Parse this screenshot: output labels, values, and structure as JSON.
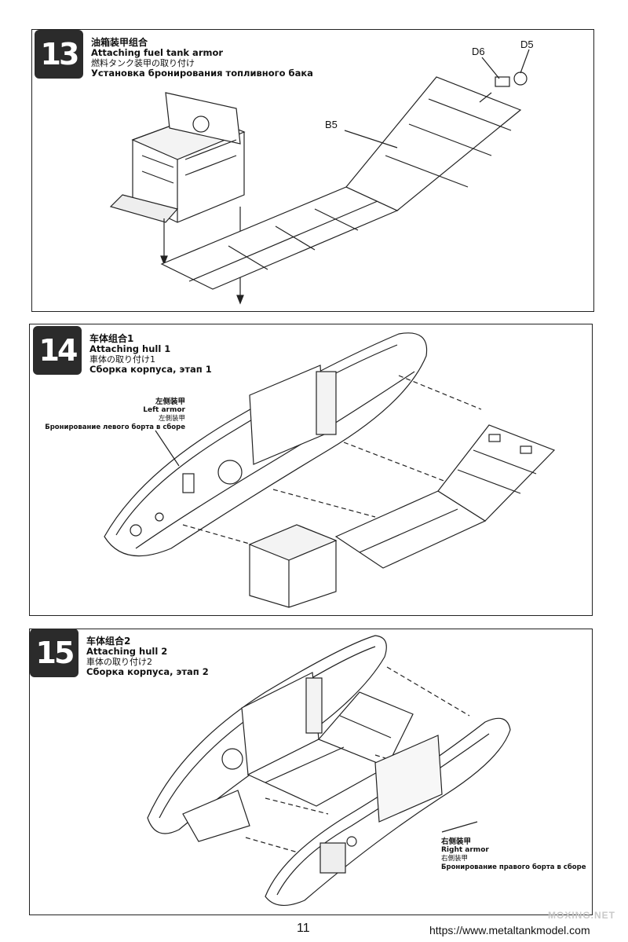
{
  "steps": [
    {
      "number": "13",
      "title_zh": "油箱装甲组合",
      "title_en": "Attaching fuel tank armor",
      "title_ja": "燃料タンク装甲の取り付け",
      "title_ru": "Установка бронирования топливного бака",
      "parts": [
        "B5",
        "D6",
        "D5"
      ]
    },
    {
      "number": "14",
      "title_zh": "车体组合1",
      "title_en": "Attaching hull 1",
      "title_ja": "車体の取り付け1",
      "title_ru": "Сборка корпуса, этап 1",
      "callout": {
        "zh": "左侧装甲",
        "en": "Left armor",
        "ja": "左側装甲",
        "ru": "Бронирование левого борта в сборе"
      }
    },
    {
      "number": "15",
      "title_zh": "车体组合2",
      "title_en": "Attaching hull 2",
      "title_ja": "車体の取り付け2",
      "title_ru": "Сборка корпуса, этап 2",
      "callout": {
        "zh": "右侧装甲",
        "en": "Right armor",
        "ja": "右側装甲",
        "ru": "Бронирование правого борта в сборе"
      }
    }
  ],
  "footer": {
    "page_number": "11",
    "url": "https://www.metaltankmodel.com",
    "watermark": "MOXING.NET"
  }
}
